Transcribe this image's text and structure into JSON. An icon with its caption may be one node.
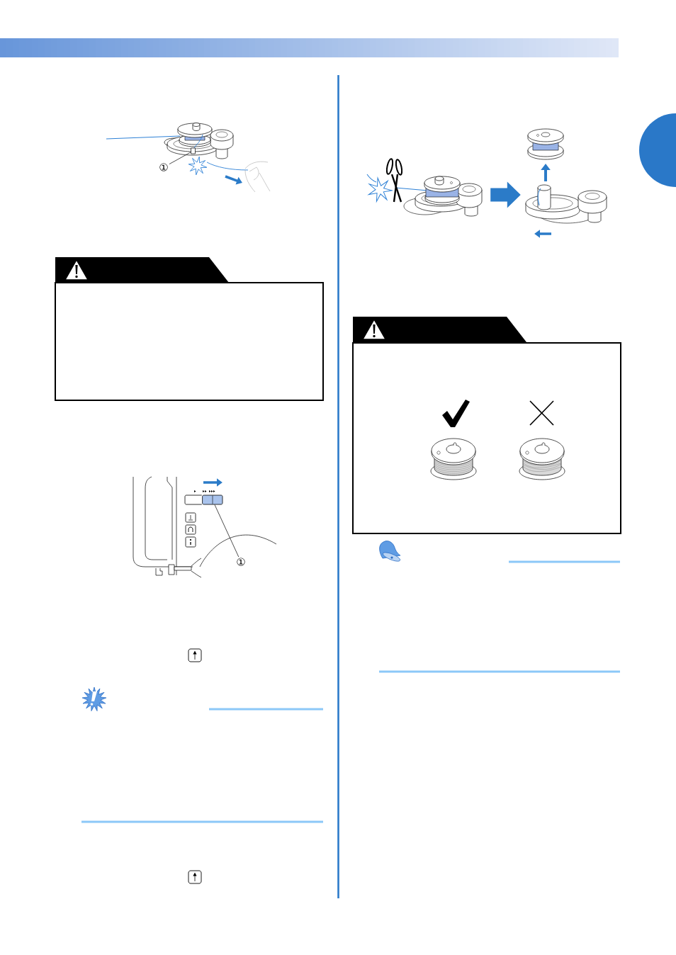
{
  "diagram": {
    "nodes": [
      {
        "text": [
          "①"
        ]
      },
      {
        "text": [],
        "shape": "box"
      },
      {
        "text": [],
        "shape": "box"
      },
      {
        "text": [],
        "shape": "box"
      },
      {
        "text": [
          "①"
        ]
      },
      {
        "text": [],
        "shape": "picture"
      },
      {
        "text": [],
        "shape": "picture"
      },
      {
        "text": [],
        "shape": "box"
      },
      {
        "text": [],
        "shape": "semicircle"
      }
    ],
    "edges": [
      {
        "from": 0,
        "to": 1,
        "arrow": "none"
      },
      {
        "from": 4,
        "to": 3,
        "arrow": "none"
      },
      {
        "from": 5,
        "to": 6,
        "arrow": "to",
        "style": "thick",
        "color": "#2b7bc8"
      }
    ]
  }
}
